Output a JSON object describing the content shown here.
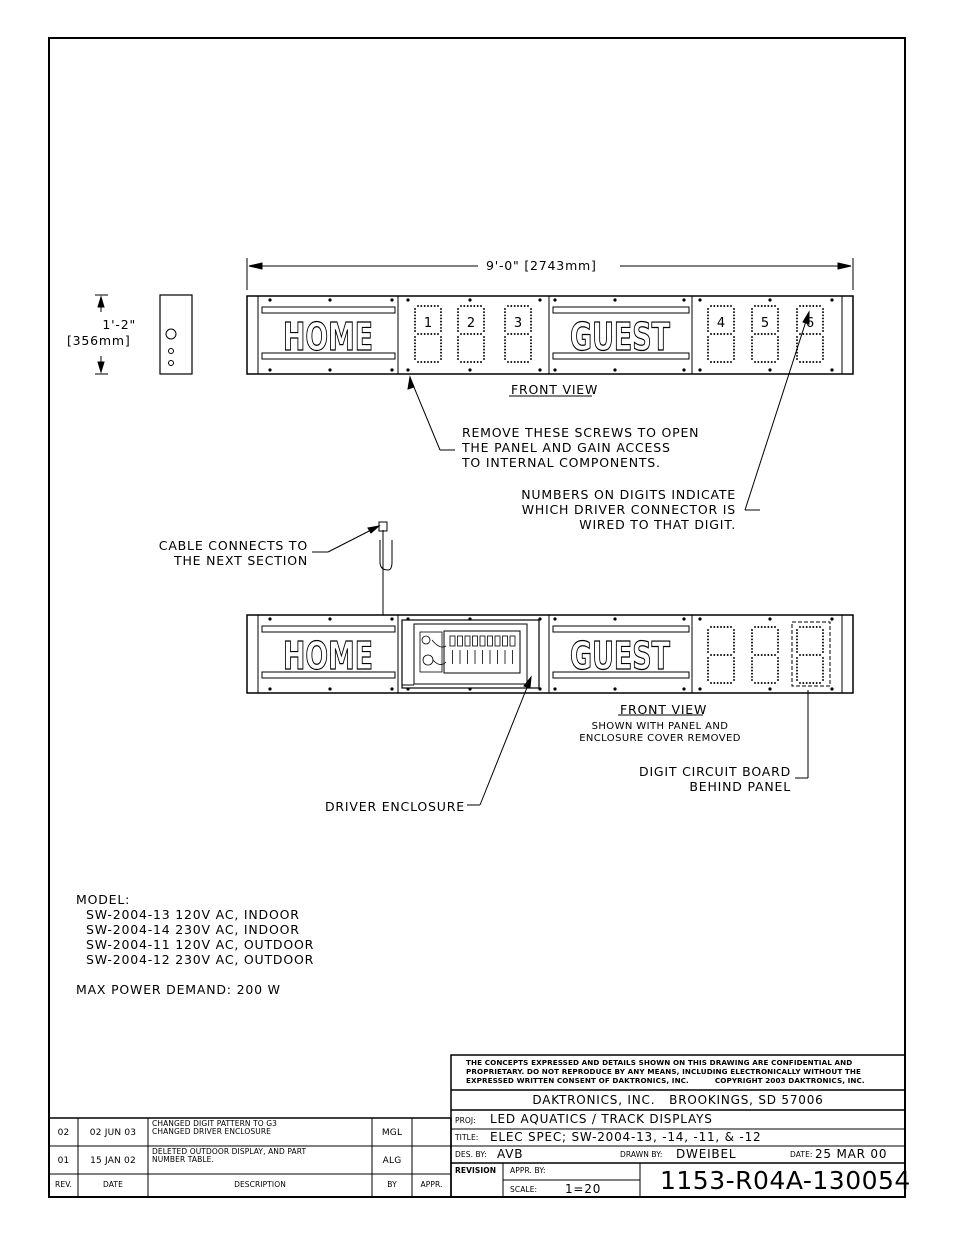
{
  "drawing": {
    "width_dim": "9'-0\" [2743mm]",
    "height_dim_line1": "1'-2\"",
    "height_dim_line2": "[356mm]",
    "home_label": "HOME",
    "guest_label": "GUEST",
    "digit_numbers": [
      "1",
      "2",
      "3",
      "4",
      "5",
      "6"
    ],
    "front_view_1": "FRONT VIEW",
    "front_view_2": "FRONT VIEW",
    "note_screws": [
      "REMOVE THESE SCREWS TO OPEN",
      "THE PANEL AND GAIN ACCESS",
      "TO INTERNAL COMPONENTS."
    ],
    "note_numbers": [
      "NUMBERS ON DIGITS INDICATE",
      "WHICH DRIVER CONNECTOR IS",
      "WIRED TO THAT DIGIT."
    ],
    "note_cable": [
      "CABLE CONNECTS TO",
      "THE NEXT SECTION"
    ],
    "note_removed": [
      "SHOWN WITH PANEL AND",
      "ENCLOSURE COVER REMOVED"
    ],
    "note_circuit": [
      "DIGIT CIRCUIT BOARD",
      "BEHIND PANEL"
    ],
    "note_driver": "DRIVER ENCLOSURE"
  },
  "model": {
    "heading": "MODEL:",
    "lines": [
      "SW-2004-13 120V AC, INDOOR",
      "SW-2004-14 230V AC, INDOOR",
      "SW-2004-11 120V AC, OUTDOOR",
      "SW-2004-12 230V AC, OUTDOOR"
    ],
    "power": "MAX POWER DEMAND: 200 W"
  },
  "revisions": {
    "rows": [
      {
        "rev": "02",
        "date": "02 JUN 03",
        "desc1": "CHANGED DIGIT PATTERN TO G3",
        "desc2": "CHANGED DRIVER ENCLOSURE",
        "by": "MGL",
        "appr": ""
      },
      {
        "rev": "01",
        "date": "15 JAN 02",
        "desc1": "DELETED OUTDOOR DISPLAY, AND PART",
        "desc2": "NUMBER TABLE.",
        "by": "ALG",
        "appr": ""
      }
    ],
    "headers": {
      "rev": "REV.",
      "date": "DATE",
      "desc": "DESCRIPTION",
      "by": "BY",
      "appr": "APPR."
    }
  },
  "titleblock": {
    "confidential": [
      "THE CONCEPTS EXPRESSED AND DETAILS SHOWN ON THIS DRAWING ARE CONFIDENTIAL AND",
      "PROPRIETARY. DO NOT REPRODUCE BY ANY MEANS, INCLUDING ELECTRONICALLY WITHOUT THE",
      "EXPRESSED WRITTEN CONSENT OF DAKTRONICS, INC.          COPYRIGHT 2003 DAKTRONICS, INC."
    ],
    "company": "DAKTRONICS, INC.   BROOKINGS, SD 57006",
    "proj_label": "PROJ:",
    "proj": "LED AQUATICS / TRACK DISPLAYS",
    "title_label": "TITLE:",
    "title": "ELEC SPEC; SW-2004-13, -14, -11, & -12",
    "des_label": "DES. BY:",
    "des": "AVB",
    "drawn_label": "DRAWN BY:",
    "drawn": "DWEIBEL",
    "date_label": "DATE:",
    "date": "25 MAR 00",
    "revision_label": "REVISION",
    "appr_label": "APPR. BY:",
    "scale_label": "SCALE:",
    "scale": "1=20",
    "drawing_number": "1153-R04A-130054"
  }
}
